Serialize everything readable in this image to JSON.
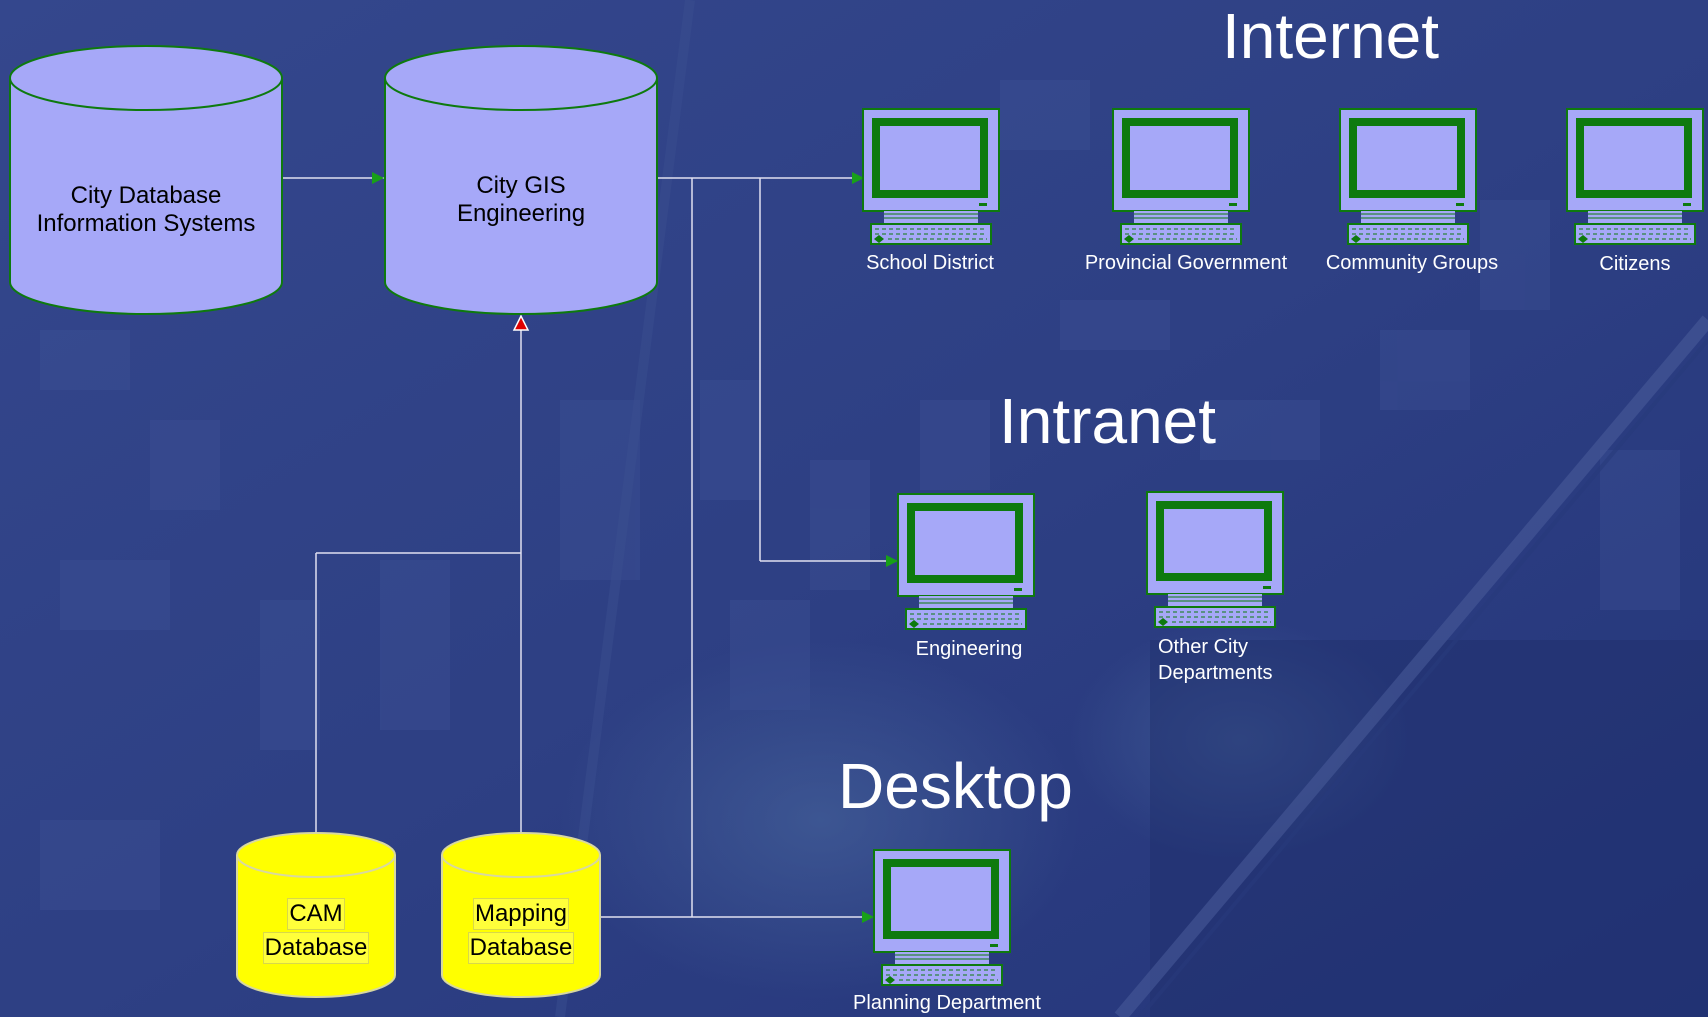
{
  "headings": {
    "internet": "Internet",
    "intranet": "Intranet",
    "desktop": "Desktop"
  },
  "databases": {
    "city_db_line1": "City Database",
    "city_db_line2": "Information Systems",
    "gis_line1": "City GIS",
    "gis_line2": "Engineering",
    "cam_line1": "CAM",
    "cam_line2": "Database",
    "mapping_line1": "Mapping",
    "mapping_line2": "Database"
  },
  "computers": {
    "school_district": "School District",
    "provincial_government": "Provincial Government",
    "community_groups": "Community Groups",
    "citizens": "Citizens",
    "engineering": "Engineering",
    "other_city_line1": "Other City",
    "other_city_line2": "Departments",
    "planning_department": "Planning Department"
  },
  "colors": {
    "background": "#2e3f86",
    "big_db_fill": "#a6a8f8",
    "small_db_fill": "#ffff00",
    "outline_green": "#0e7a0e",
    "screen_fill": "#a6a8f8",
    "connector": "#e0e0f0",
    "arrow_red": "#e00000"
  }
}
